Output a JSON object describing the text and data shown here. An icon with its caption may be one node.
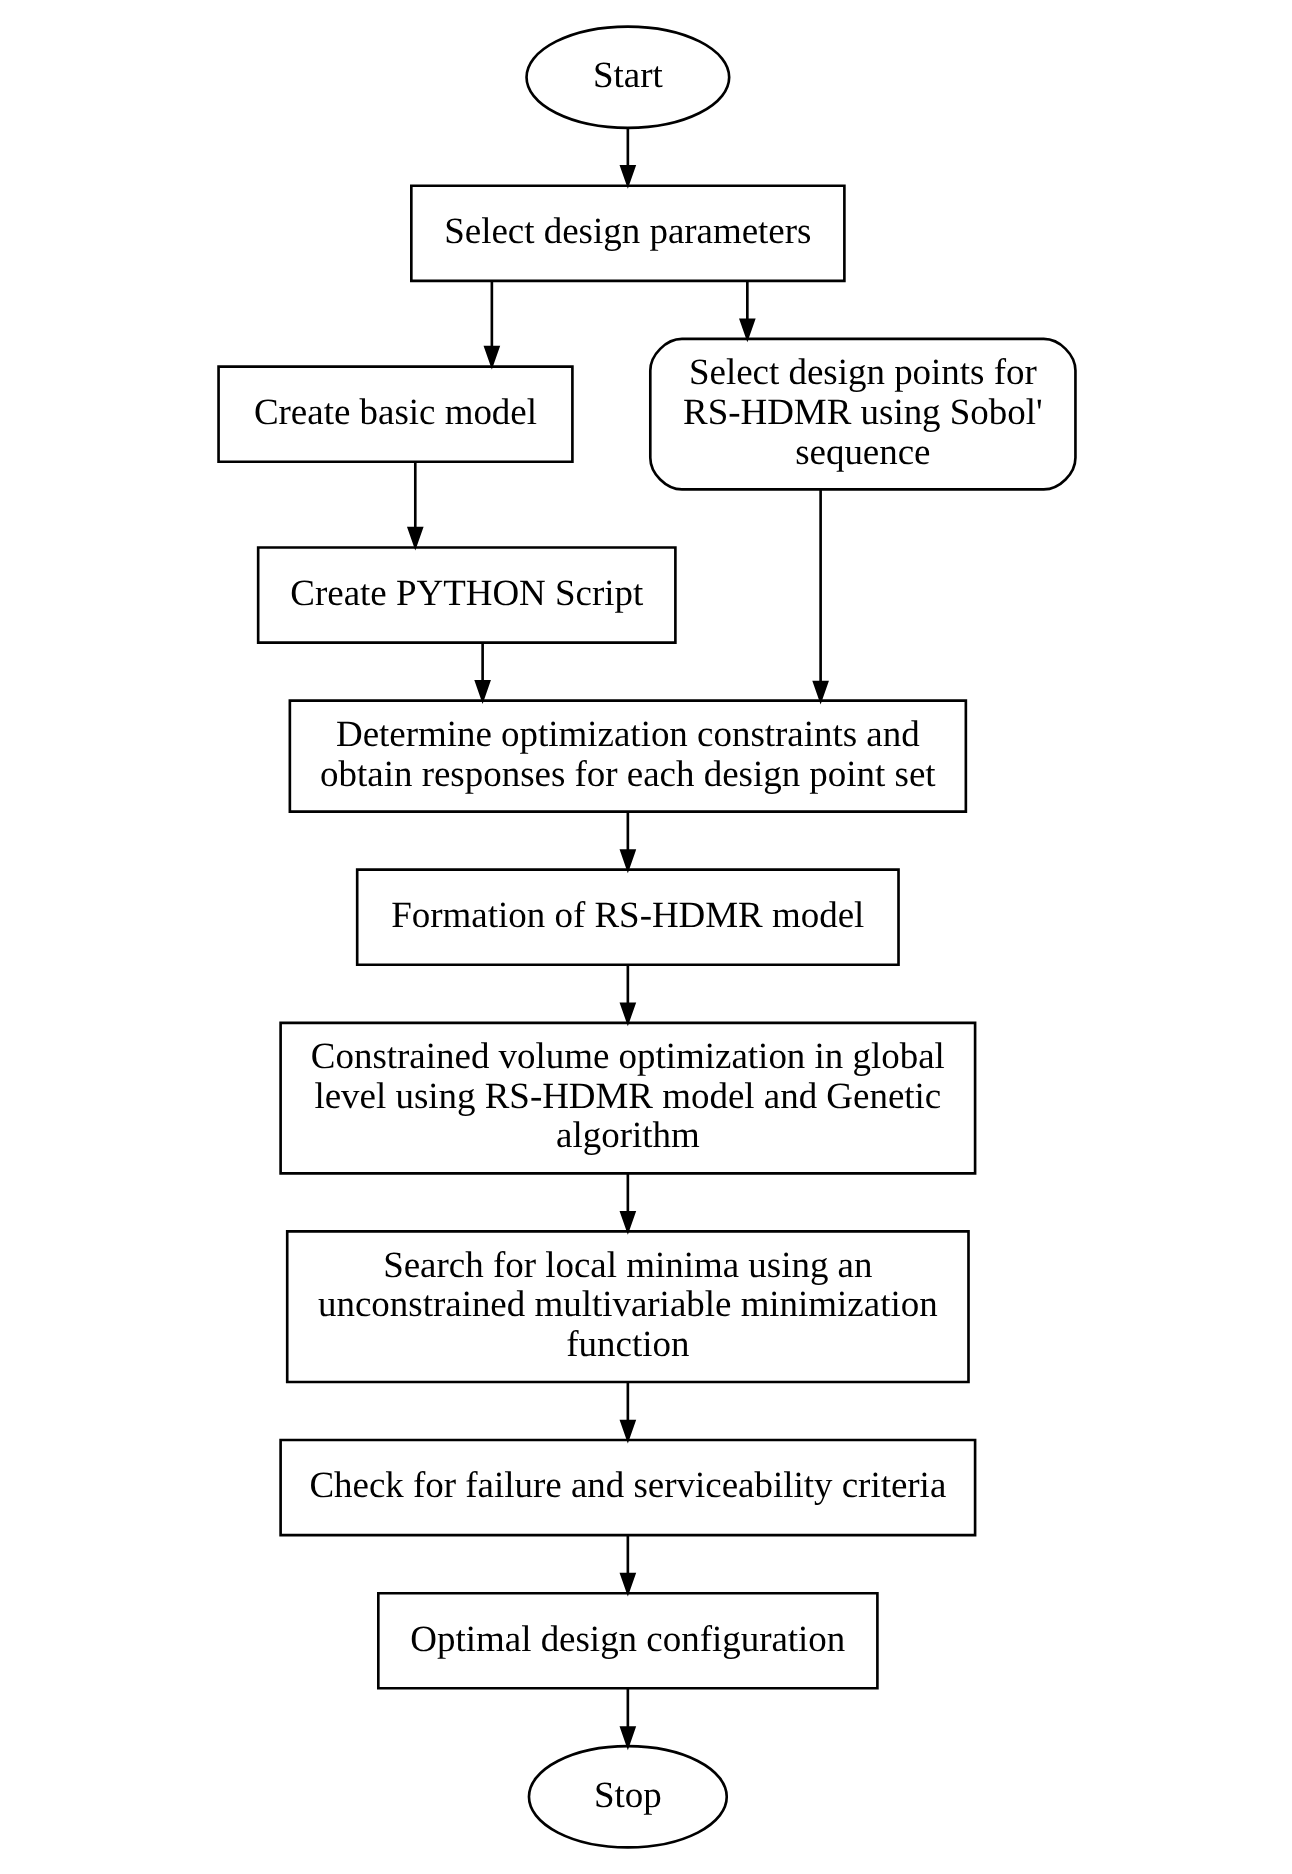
{
  "diagram": {
    "nodes": [
      {
        "text": [
          "Start"
        ]
      },
      {
        "text": [
          "Select design parameters"
        ]
      },
      {
        "text": [
          "Create basic model"
        ]
      },
      {
        "text": [
          "Select design points for RS-HDMR using Sobol' sequence"
        ]
      },
      {
        "text": [
          "Create PYTHON Script"
        ]
      },
      {
        "text": [
          "Determine optimization constraints and obtain responses for each design point set"
        ]
      },
      {
        "text": [
          "Formation of RS-HDMR model"
        ]
      },
      {
        "text": [
          "Constrained volume optimization in global level using RS-HDMR model and Genetic algorithm"
        ]
      },
      {
        "text": [
          "Search for local minima using an unconstrained multivariable minimization function"
        ]
      },
      {
        "text": [
          "Check for failure and serviceability criteria"
        ]
      },
      {
        "text": [
          "Optimal design configuration"
        ]
      },
      {
        "text": [
          "Stop"
        ]
      }
    ],
    "edges": [
      {
        "from": 0,
        "to": 1,
        "arrow": "to"
      },
      {
        "from": 1,
        "to": 2,
        "arrow": "to"
      },
      {
        "from": 1,
        "to": 3,
        "arrow": "to"
      },
      {
        "from": 2,
        "to": 4,
        "arrow": "to"
      },
      {
        "from": 4,
        "to": 5,
        "arrow": "to"
      },
      {
        "from": 3,
        "to": 5,
        "arrow": "to"
      },
      {
        "from": 5,
        "to": 6,
        "arrow": "to"
      },
      {
        "from": 6,
        "to": 7,
        "arrow": "to"
      },
      {
        "from": 7,
        "to": 8,
        "arrow": "to"
      },
      {
        "from": 8,
        "to": 9,
        "arrow": "to"
      },
      {
        "from": 9,
        "to": 10,
        "arrow": "to"
      },
      {
        "from": 10,
        "to": 11,
        "arrow": "to"
      }
    ]
  }
}
